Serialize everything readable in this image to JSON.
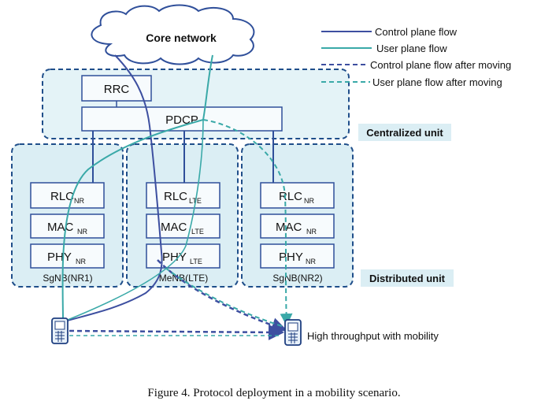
{
  "cloud": {
    "label": "Core network"
  },
  "legend": [
    {
      "label": "Control plane flow",
      "color": "#3d4fa0",
      "style": "solid"
    },
    {
      "label": "User plane flow",
      "color": "#3aa9a8",
      "style": "solid"
    },
    {
      "label": "Control plane flow after moving",
      "color": "#3d4fa0",
      "style": "dashed"
    },
    {
      "label": "User plane flow after moving",
      "color": "#3aa9a8",
      "style": "dashed"
    }
  ],
  "cu": {
    "label": "Centralized unit",
    "rrc": "RRC",
    "pdcp": "PDCP"
  },
  "du": {
    "label": "Distributed unit"
  },
  "nodes": [
    {
      "name": "SgNB(NR1)",
      "rlc": "RLC",
      "rlc_sub": "NR",
      "mac": "MAC",
      "mac_sub": "NR",
      "phy": "PHY",
      "phy_sub": "NR"
    },
    {
      "name": "MeNB(LTE)",
      "rlc": "RLC",
      "rlc_sub": "LTE",
      "mac": "MAC",
      "mac_sub": "LTE",
      "phy": "PHY",
      "phy_sub": "LTE"
    },
    {
      "name": "SgNB(NR2)",
      "rlc": "RLC",
      "rlc_sub": "NR",
      "mac": "MAC",
      "mac_sub": "NR",
      "phy": "PHY",
      "phy_sub": "NR"
    }
  ],
  "ue_label": "High throughput with mobility",
  "caption": "Figure 4. Protocol deployment in a mobility scenario.",
  "colors": {
    "box_fill": "#dbeef4",
    "box_border": "#2f4f9a",
    "dashed_border": "#1f4e8a",
    "label_bg": "#dbeef4",
    "control": "#3d4fa0",
    "user": "#3aa9a8"
  }
}
